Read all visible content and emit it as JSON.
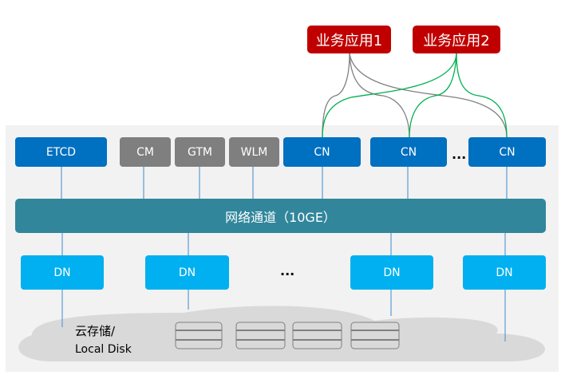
{
  "apps": [
    {
      "label": "业务应用1"
    },
    {
      "label": "业务应用2"
    }
  ],
  "top_nodes": [
    {
      "label": "ETCD"
    },
    {
      "label": "CM"
    },
    {
      "label": "GTM"
    },
    {
      "label": "WLM"
    },
    {
      "label": "CN"
    },
    {
      "label": "CN"
    },
    {
      "label": "CN"
    }
  ],
  "ellipsis": "...",
  "network": {
    "label": "网络通道（10GE）"
  },
  "dn_nodes": [
    {
      "label": "DN"
    },
    {
      "label": "DN"
    },
    {
      "label": "DN"
    },
    {
      "label": "DN"
    }
  ],
  "storage": {
    "line1": "云存储/",
    "line2": "Local Disk"
  },
  "colors": {
    "cn": "#0070c0",
    "mgmt": "#7f7f7f",
    "dn": "#00b0f0",
    "network": "#31869b",
    "app": "#c00000",
    "app1_links": "#808080",
    "app2_links": "#00b050"
  }
}
